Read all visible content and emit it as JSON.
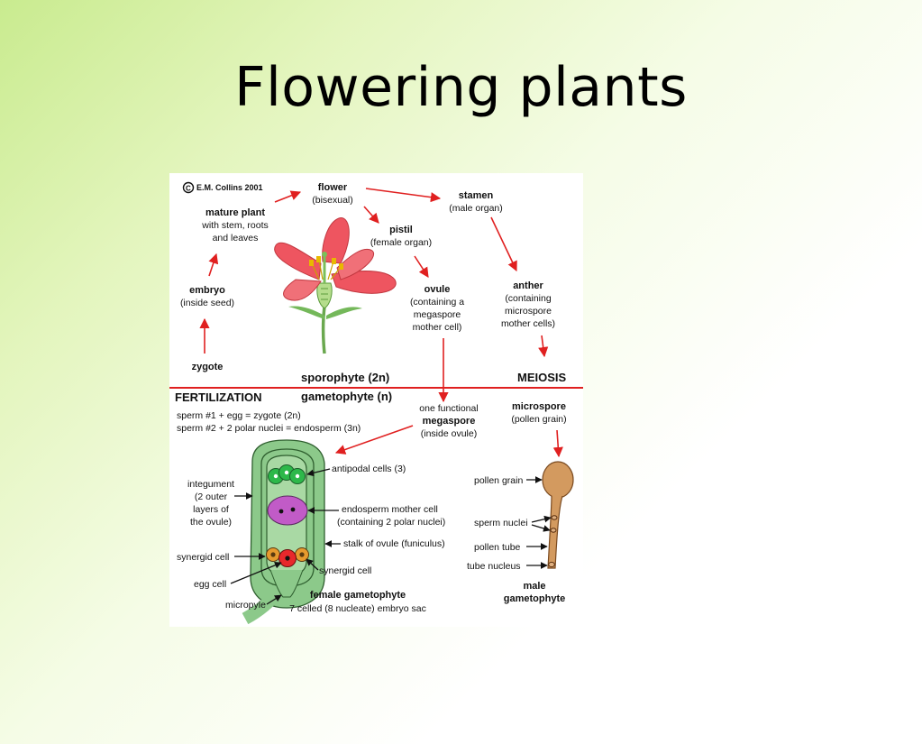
{
  "slide": {
    "title": "Flowering plants"
  },
  "diagram": {
    "copyright": "E.M. Collins 2001",
    "sporophyte_stages": {
      "flower": {
        "title": "flower",
        "sub": "(bisexual)"
      },
      "mature_plant": {
        "title": "mature plant",
        "sub1": "with stem, roots",
        "sub2": "and leaves"
      },
      "stamen": {
        "title": "stamen",
        "sub": "(male organ)"
      },
      "pistil": {
        "title": "pistil",
        "sub": "(female organ)"
      },
      "embryo": {
        "title": "embryo",
        "sub": "(inside seed)"
      },
      "ovule": {
        "title": "ovule",
        "sub1": "(containing a",
        "sub2": "megaspore",
        "sub3": "mother cell)"
      },
      "anther": {
        "title": "anther",
        "sub1": "(containing",
        "sub2": "microspore",
        "sub3": "mother cells)"
      },
      "zygote": {
        "title": "zygote"
      }
    },
    "generation_labels": {
      "sporophyte": "sporophyte (2n)",
      "meiosis": "MEIOSIS",
      "fertilization": "FERTILIZATION",
      "gametophyte": "gametophyte (n)"
    },
    "fertilization_notes": {
      "line1": "sperm #1 + egg = zygote (2n)",
      "line2": "sperm #2 + 2 polar nuclei = endosperm (3n)"
    },
    "megaspore": {
      "line1": "one functional",
      "title": "megaspore",
      "line3": "(inside ovule)"
    },
    "microspore": {
      "title": "microspore",
      "sub": "(pollen grain)"
    },
    "embryo_sac_labels": {
      "antipodal": "antipodal cells (3)",
      "integument1": "integument",
      "integument2": "(2 outer",
      "integument3": "layers of",
      "integument4": "the ovule)",
      "endosperm1": "endosperm mother cell",
      "endosperm2": "(containing 2 polar nuclei)",
      "stalk": "stalk of ovule (funiculus)",
      "synergid_left": "synergid cell",
      "synergid_right": "synergid cell",
      "egg": "egg cell",
      "micropyle": "micropyle",
      "female_title": "female gametophyte",
      "female_sub": "7 celled (8 nucleate) embryo sac"
    },
    "pollen_labels": {
      "pollen_grain": "pollen grain",
      "sperm_nuclei": "sperm nuclei",
      "pollen_tube": "pollen tube",
      "tube_nucleus": "tube nucleus",
      "male_title1": "male",
      "male_title2": "gametophyte"
    },
    "colors": {
      "arrow": "#e02020",
      "divider": "#e02020",
      "petal": "#ee5560",
      "ovule_green": "#8cc98a",
      "antipodal_green": "#2db84a",
      "polar_purple": "#c15bc7",
      "egg_red": "#e8282c",
      "synergid_orange": "#e69a2e",
      "pollen_tan": "#d39a5f"
    }
  }
}
